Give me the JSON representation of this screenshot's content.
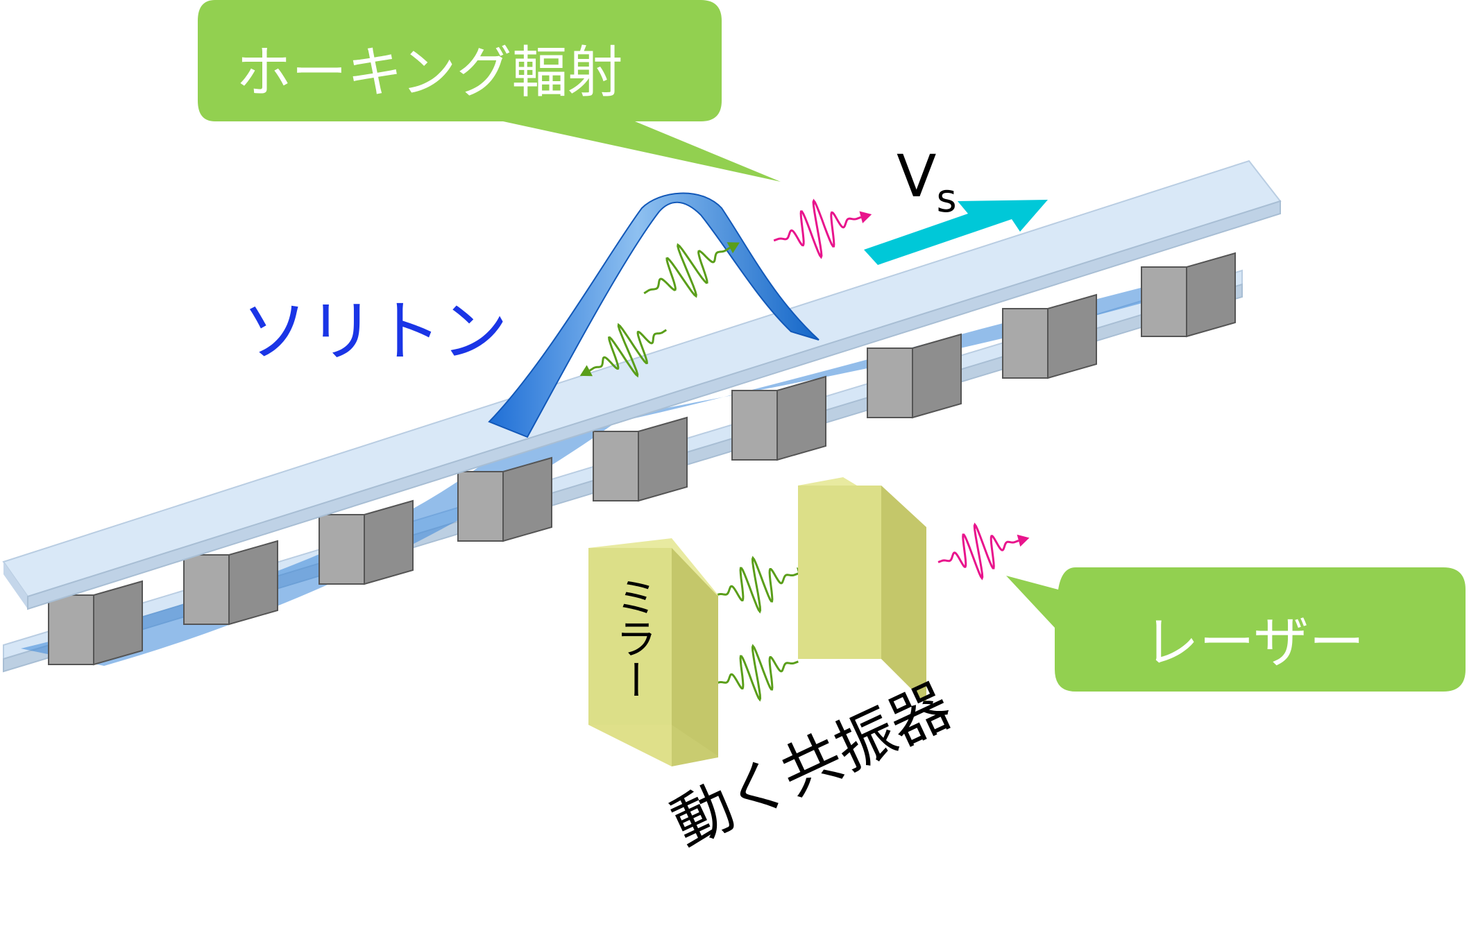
{
  "labels": {
    "hawking": "ホーキング輻射",
    "soliton": "ソリトン",
    "velocity_main": "V",
    "velocity_sub": "s",
    "laser": "レーザー",
    "mirror": "ミラー",
    "resonator": "動く共振器"
  },
  "colors": {
    "callout": "#92d050",
    "soliton_text": "#1a35e6",
    "soliton_wave": "#3b86d8",
    "arrow": "#00c8d8",
    "emitted_wave": "#e8148c",
    "internal_wave": "#5a9e1a",
    "rail": "#d8e8f8",
    "block": "#a8a8a8",
    "mirror_block": "#dcdf88"
  }
}
